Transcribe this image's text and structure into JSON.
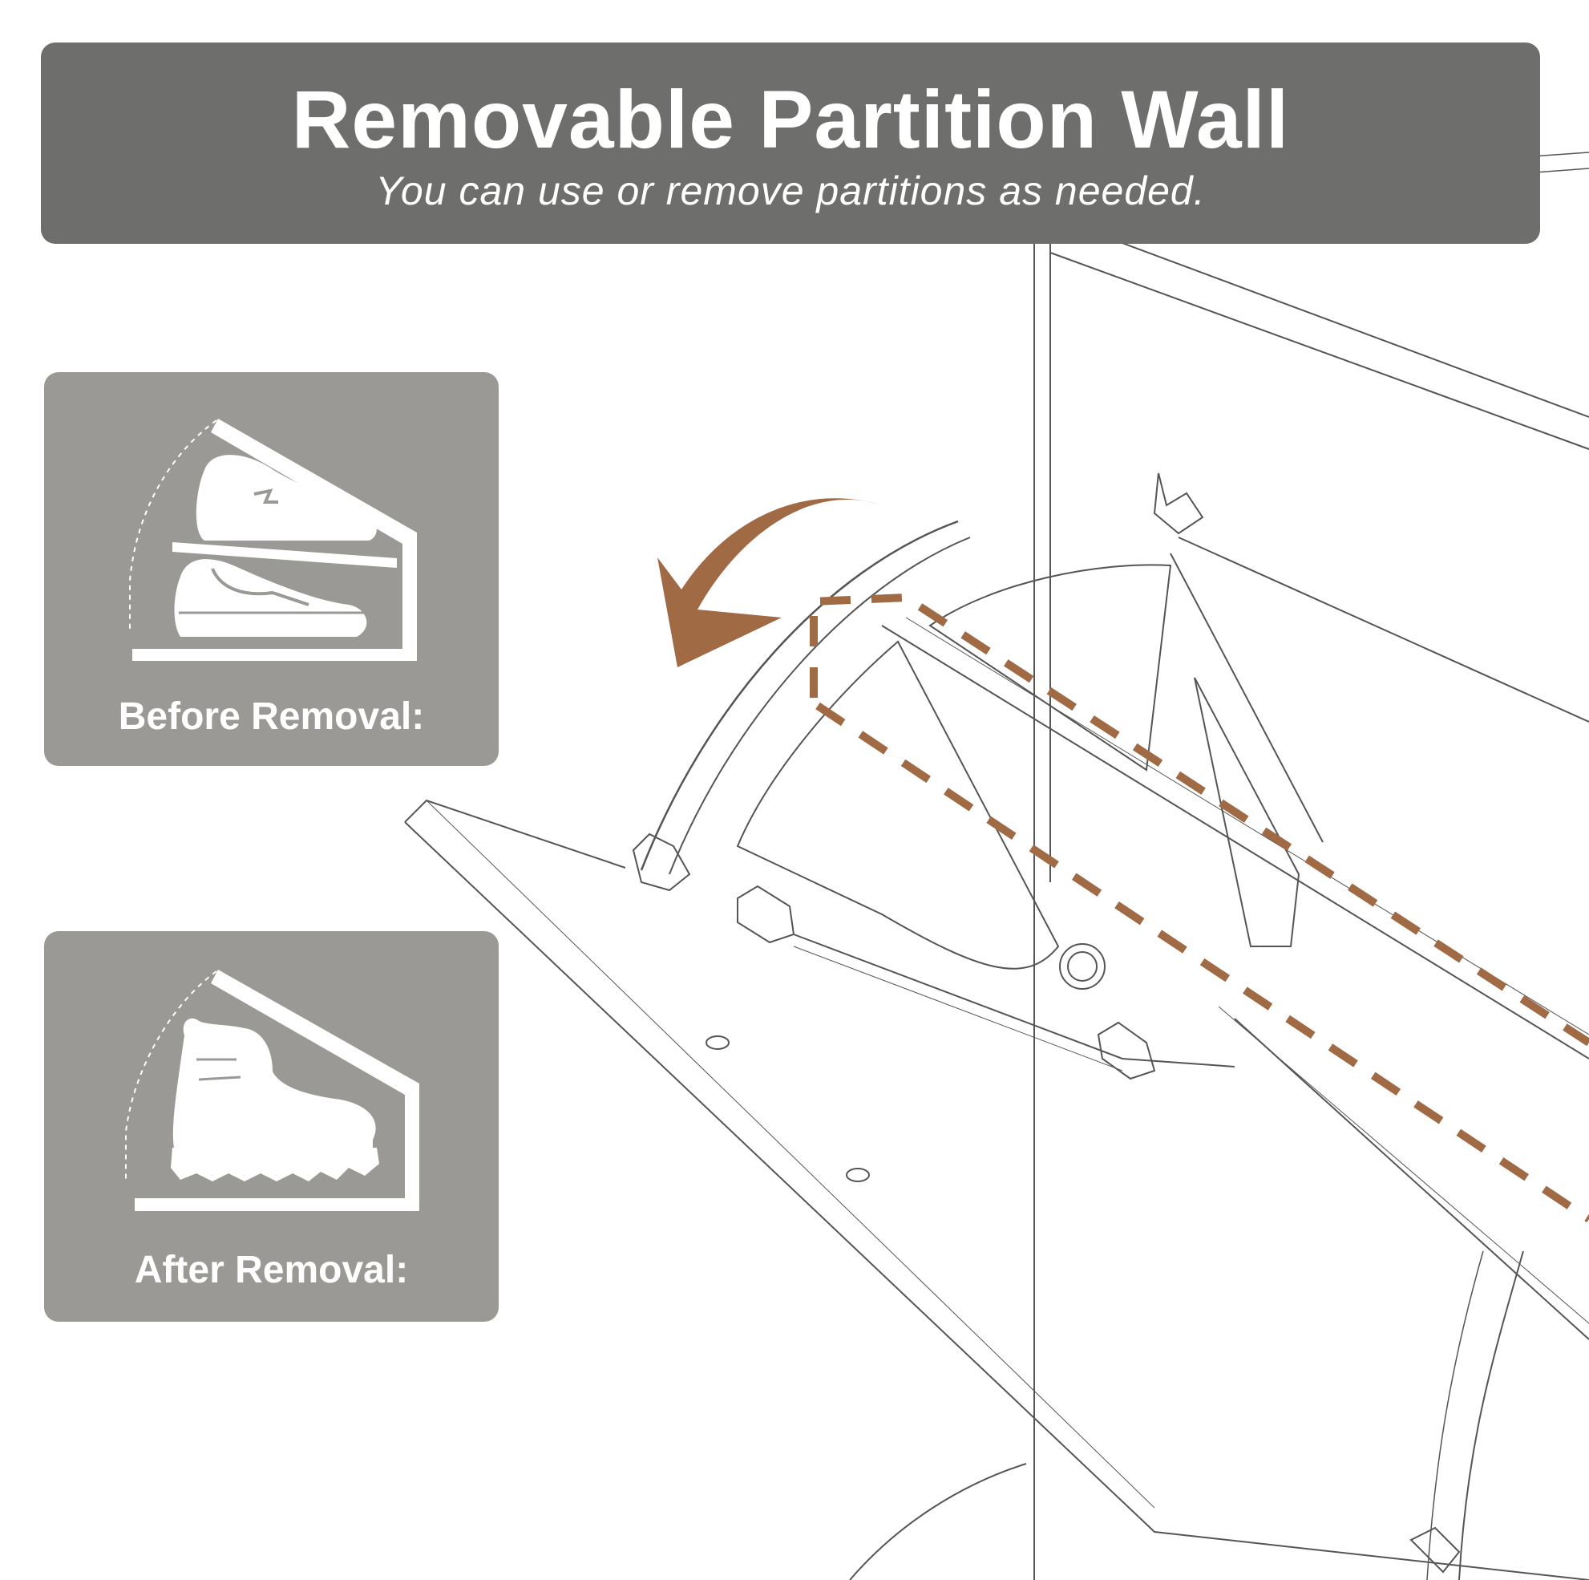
{
  "header": {
    "title": "Removable Partition Wall",
    "subtitle": "You can use or remove partitions as needed."
  },
  "cards": [
    {
      "label": "Before Removal:",
      "icon": "two-shoes-stacked-icon"
    },
    {
      "label": "After Removal:",
      "icon": "boot-icon"
    }
  ],
  "colors": {
    "banner": "#6e6e6c",
    "card": "#9a9995",
    "accent": "#a06a45",
    "text": "#ffffff"
  }
}
